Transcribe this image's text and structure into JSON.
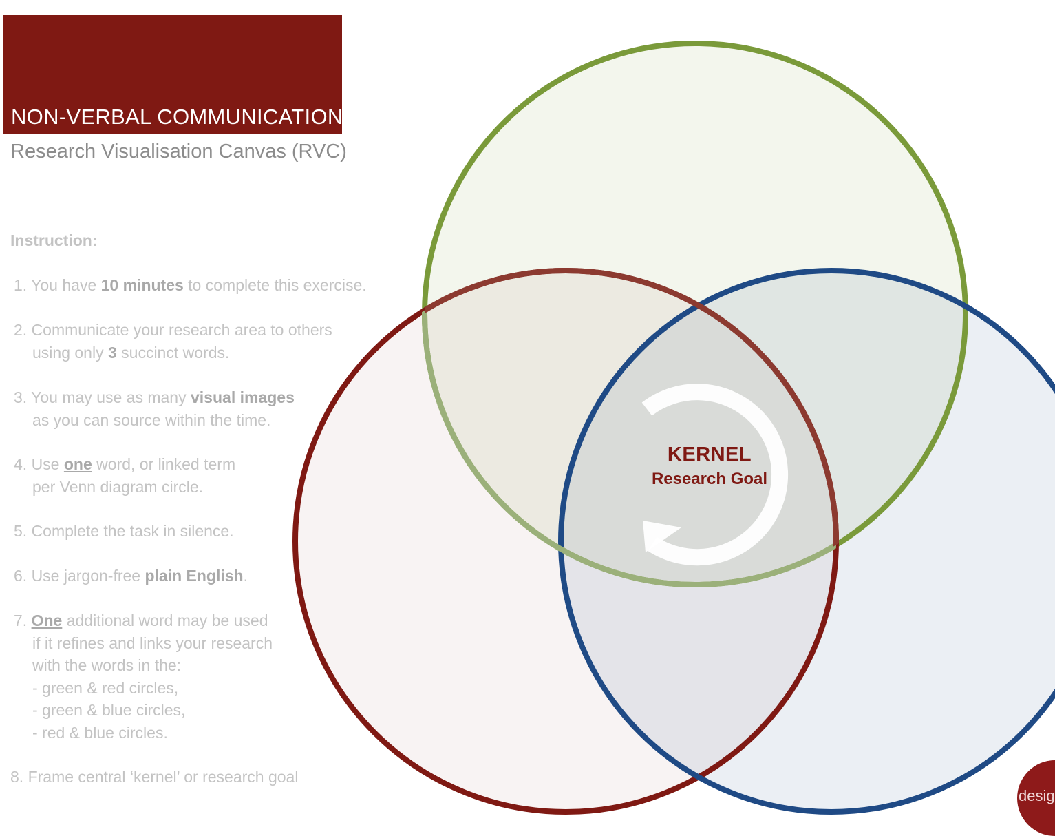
{
  "header": {
    "title": "NON-VERBAL COMMUNICATION",
    "background_color": "#7f1913"
  },
  "subtitle": "Research Visualisation Canvas (RVC)",
  "instructions": {
    "heading": "Instruction:",
    "items": [
      {
        "lines": [
          [
            "1. You have ",
            "10 minutes",
            " to complete this exercise."
          ]
        ]
      },
      {
        "lines": [
          [
            "2. Communicate your research area to others"
          ],
          [
            "using only ",
            "3",
            " succinct words."
          ]
        ]
      },
      {
        "lines": [
          [
            "3.  You may use as many ",
            "visual images"
          ],
          [
            "as you can source within the time."
          ]
        ]
      },
      {
        "lines": [
          [
            "4. Use ",
            "one",
            " word, or linked term"
          ],
          [
            "per Venn diagram circle."
          ]
        ]
      },
      {
        "lines": [
          [
            "5. Complete the task in silence."
          ]
        ]
      },
      {
        "lines": [
          [
            "6. Use jargon-free ",
            "plain English",
            "."
          ]
        ]
      },
      {
        "lines": [
          [
            "7. ",
            "One",
            " additional word may be used"
          ],
          [
            "if it refines and links your research"
          ],
          [
            "with the words in the:"
          ],
          [
            "-  green & red circles,"
          ],
          [
            "-  green & blue circles,"
          ],
          [
            "-  red & blue circles."
          ]
        ]
      },
      {
        "lines": [
          [
            "8. Frame central ‘kernel’  or research goal"
          ]
        ]
      }
    ]
  },
  "venn": {
    "circles": [
      {
        "name": "green-circle",
        "stroke": "#7a9a3a",
        "fill": "#eef3e7"
      },
      {
        "name": "red-circle",
        "stroke": "#7f1913",
        "fill": "#f7eeee"
      },
      {
        "name": "blue-circle",
        "stroke": "#1f4a85",
        "fill": "#e6ecf5"
      }
    ],
    "kernel": {
      "title": "KERNEL",
      "subtitle": "Research Goal",
      "color": "#7f1913"
    },
    "arrow_icon": "circular-arrow-icon"
  },
  "logo": {
    "text": "design",
    "color": "#8e1a1a"
  }
}
